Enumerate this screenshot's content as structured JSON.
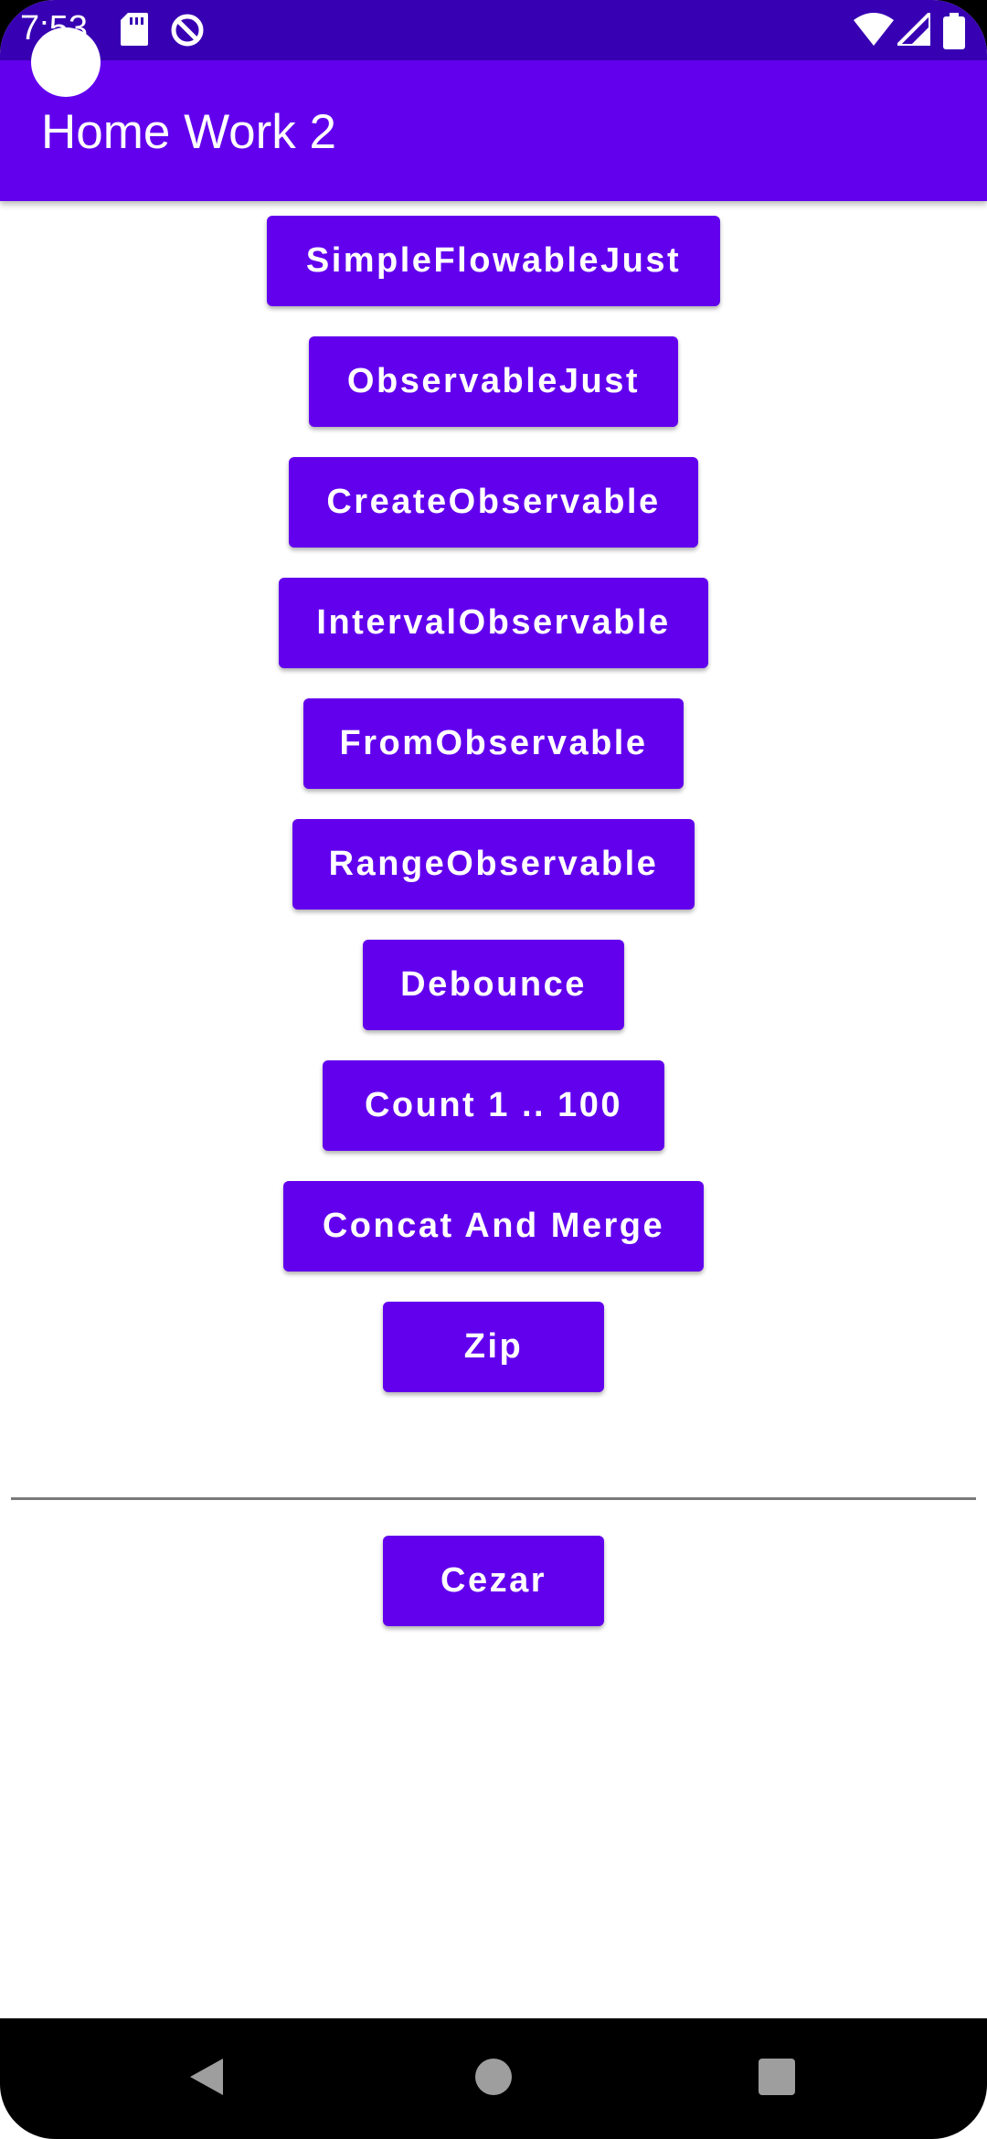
{
  "status_bar": {
    "time": "7:53",
    "icons": [
      "sd-card-icon",
      "no-sync-icon",
      "wifi-icon",
      "signal-icon",
      "battery-icon"
    ]
  },
  "app_bar": {
    "title": "Home Work 2"
  },
  "buttons": {
    "simple_flowable_just": "SimpleFlowableJust",
    "observable_just": "ObservableJust",
    "create_observable": "CreateObservable",
    "interval_observable": "IntervalObservable",
    "from_observable": "FromObservable",
    "range_observable": "RangeObservable",
    "debounce": "Debounce",
    "count": "Count 1 .. 100",
    "concat_and_merge": "Concat And Merge",
    "zip": "Zip",
    "cezar": "Cezar"
  },
  "nav_bar": {
    "back": "back-icon",
    "home": "home-icon",
    "recents": "recents-icon"
  },
  "colors": {
    "primary": "#6200EE",
    "primary_dark": "#3700B3",
    "background": "#FFFFFF"
  }
}
